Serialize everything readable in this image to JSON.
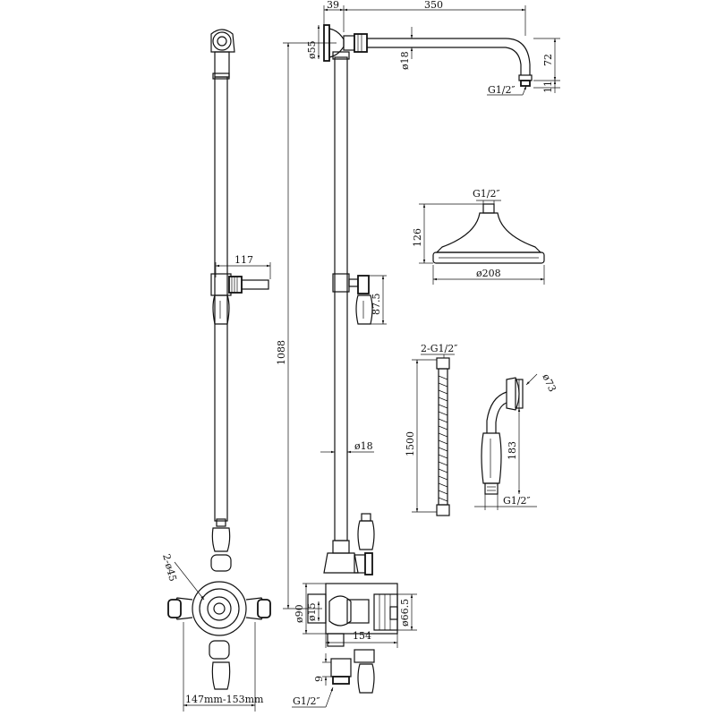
{
  "dimensions": {
    "arm_offset": "39",
    "arm_length": "350",
    "wall_plate_dia": "ø55",
    "arm_pipe_dia": "ø18",
    "arm_drop": "72",
    "arm_tail": "11",
    "arm_thread": "G1/2″",
    "head_thread": "G1/2″",
    "head_height": "126",
    "head_dia": "ø208",
    "holder_reach": "117",
    "handle_drop": "87.5",
    "riser_height": "1088",
    "riser_dia": "ø18",
    "hose_thread": "2-G1/2″",
    "hose_length": "1500",
    "handset_dia": "ø73",
    "handset_length": "183",
    "handset_thread": "G1/2″",
    "control_dia": "2-ø45",
    "body_dia_90": "ø90",
    "body_dia_15": "ø15",
    "body_dia_66": "ø66.5",
    "body_width": "154",
    "outlet_gap": "9",
    "inlet_thread": "G1/2″",
    "centres": "147mm-153mm"
  }
}
